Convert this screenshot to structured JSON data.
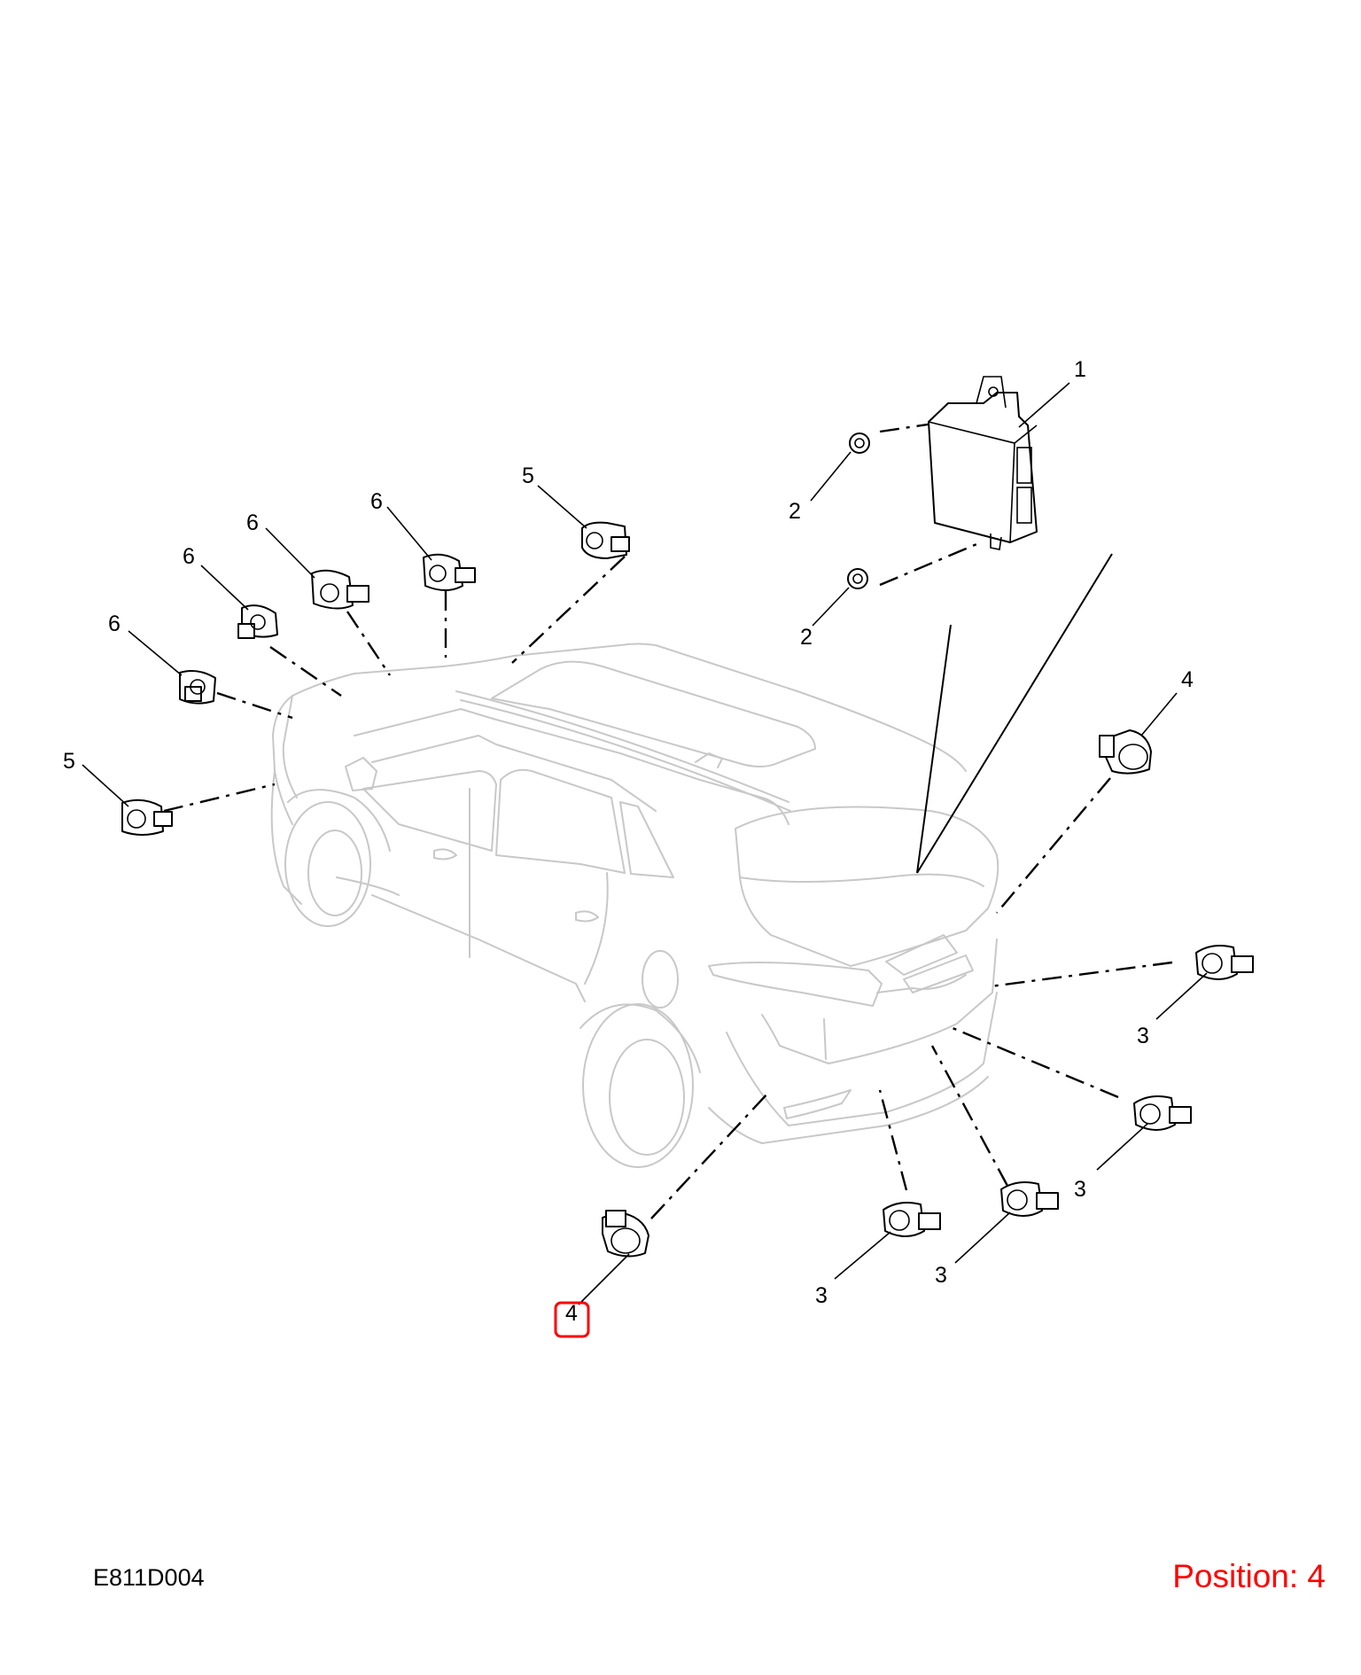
{
  "diagram": {
    "code": "E811D004",
    "position_label": "Position: 4",
    "highlight_color": "#ff0000",
    "highlighted_callout": "4",
    "callouts": [
      {
        "id": "c1",
        "text": "1"
      },
      {
        "id": "c2a",
        "text": "2"
      },
      {
        "id": "c2b",
        "text": "2"
      },
      {
        "id": "c3a",
        "text": "3"
      },
      {
        "id": "c3b",
        "text": "3"
      },
      {
        "id": "c3c",
        "text": "3"
      },
      {
        "id": "c3d",
        "text": "3"
      },
      {
        "id": "c4a",
        "text": "4"
      },
      {
        "id": "c4b",
        "text": "4"
      },
      {
        "id": "c5a",
        "text": "5"
      },
      {
        "id": "c5b",
        "text": "5"
      },
      {
        "id": "c6a",
        "text": "6"
      },
      {
        "id": "c6b",
        "text": "6"
      },
      {
        "id": "c6c",
        "text": "6"
      },
      {
        "id": "c6d",
        "text": "6"
      }
    ]
  }
}
